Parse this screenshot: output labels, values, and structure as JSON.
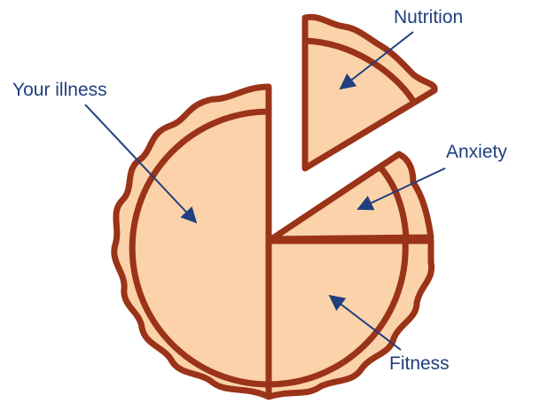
{
  "diagram": {
    "colors": {
      "fill": "#fbd2a9",
      "stroke": "#9a3318",
      "arrow": "#1f3f7f",
      "label": "#1f3f7f",
      "background": "#ffffff"
    },
    "labels": {
      "nutrition": "Nutrition",
      "your_illness": "Your illness",
      "anxiety": "Anxiety",
      "fitness": "Fitness"
    }
  }
}
